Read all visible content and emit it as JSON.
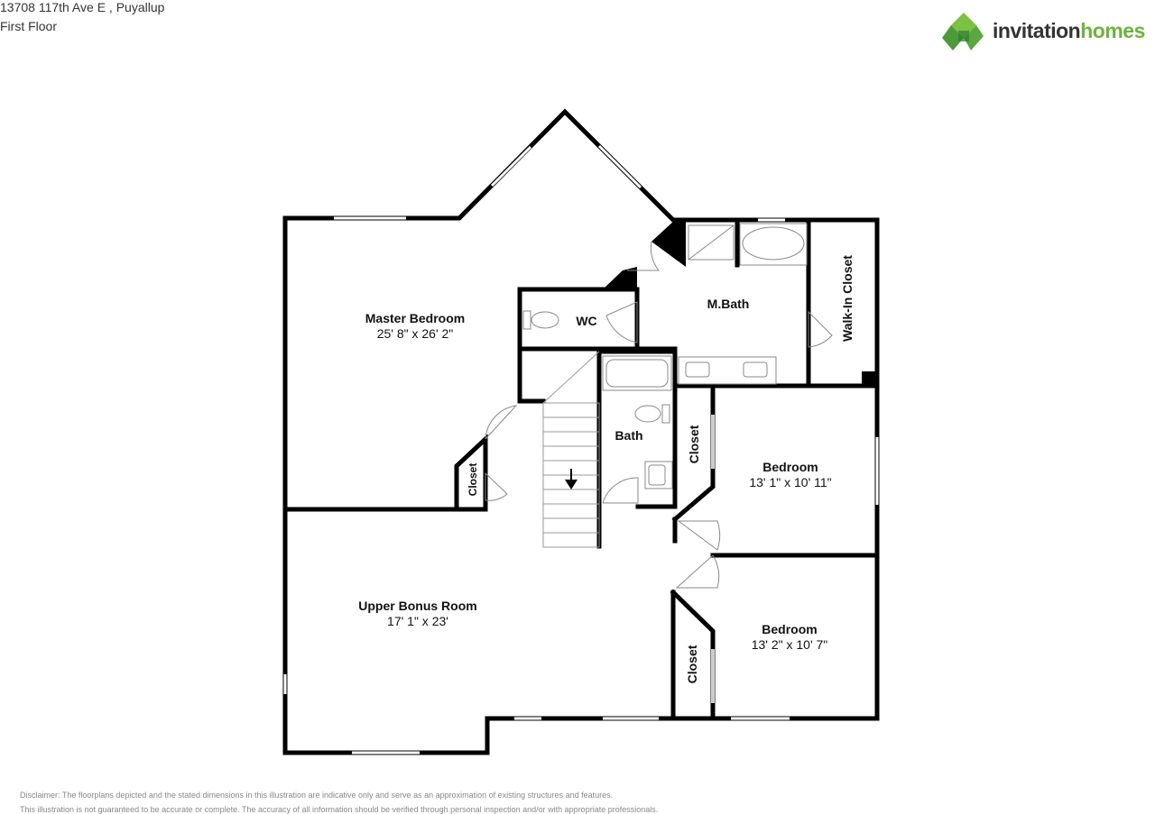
{
  "header": {
    "address": "13708 117th Ave E , Puyallup",
    "floor": "First Floor"
  },
  "logo": {
    "word1": "invitation",
    "word2": "homes",
    "colors": {
      "green": "#6db33f",
      "dark_green": "#3f8f3a",
      "gray": "#333333"
    }
  },
  "rooms": {
    "master_bedroom": {
      "name": "Master Bedroom",
      "dims": "25' 8\" x 26' 2\""
    },
    "wc": {
      "name": "WC"
    },
    "m_bath": {
      "name": "M.Bath"
    },
    "walk_in_closet": {
      "name": "Walk-In Closet"
    },
    "bath": {
      "name": "Bath"
    },
    "closet_master": {
      "name": "Closet"
    },
    "closet_bed1": {
      "name": "Closet"
    },
    "closet_bed2": {
      "name": "Closet"
    },
    "bedroom_1": {
      "name": "Bedroom",
      "dims": "13' 1\" x 10' 11\""
    },
    "bedroom_2": {
      "name": "Bedroom",
      "dims": "13' 2\" x 10' 7\""
    },
    "upper_bonus_room": {
      "name": "Upper Bonus Room",
      "dims": "17' 1\" x 23'"
    }
  },
  "disclaimer": {
    "line1": "Disclaimer: The floorplans depicted and the stated dimensions in this illustration are indicative only and serve as an approximation of existing structures and features.",
    "line2": "This illustration is not guaranteed to be accurate or complete. The accuracy of all information should be verified through personal inspection and/or with appropriate professionals."
  },
  "colors": {
    "wall": "#000000",
    "window": "#ffffff",
    "fixture": "#888888"
  }
}
